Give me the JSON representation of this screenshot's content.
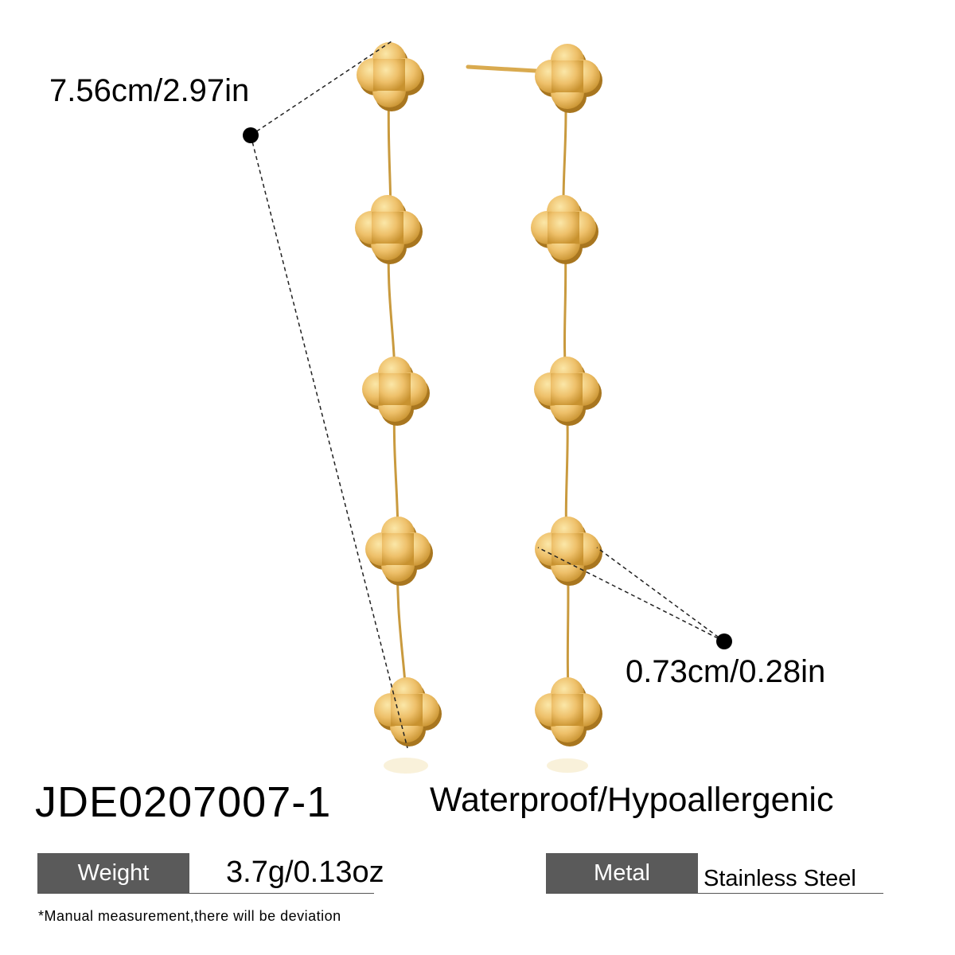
{
  "measurements": {
    "length": "7.56cm/2.97in",
    "charm_width": "0.73cm/0.28in"
  },
  "product": {
    "sku": "JDE0207007-1",
    "feature": "Waterproof/Hypoallergenic"
  },
  "specs": {
    "weight_key": "Weight",
    "weight_value": "3.7g/0.13oz",
    "metal_key": "Metal",
    "metal_value": "Stainless Steel"
  },
  "footnote": "*Manual measurement,there will be deviation",
  "colors": {
    "gold": "#e6b95a",
    "gold_light": "#f6dc95",
    "gold_dark": "#b8862a",
    "label_bg": "#5a5a5a"
  }
}
